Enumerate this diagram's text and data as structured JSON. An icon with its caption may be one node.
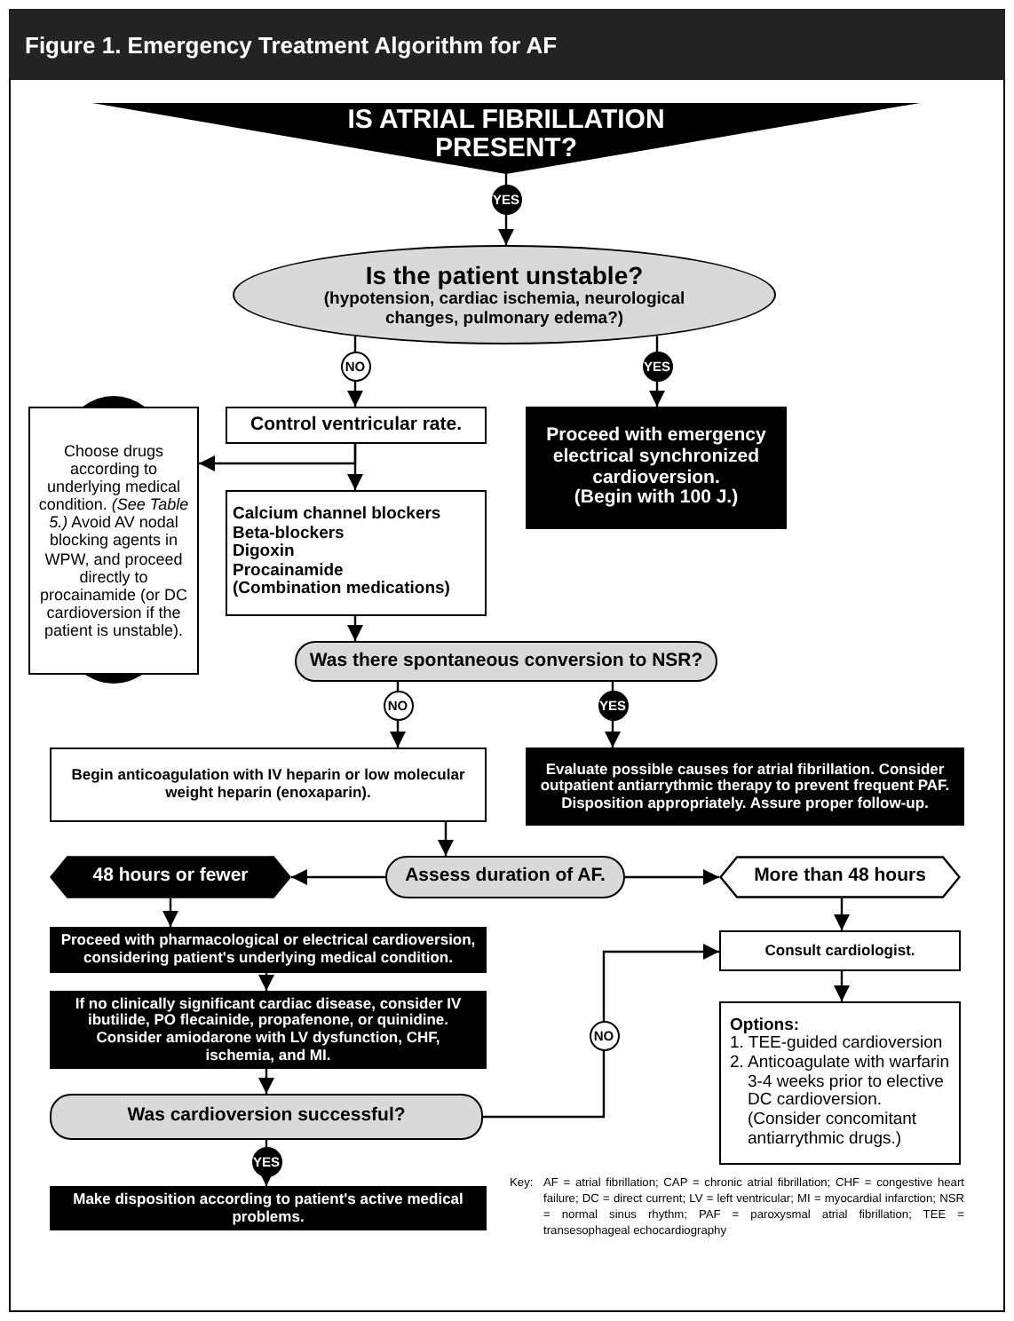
{
  "diagram": {
    "title": "Figure 1. Emergency Treatment Algorithm for AF",
    "nodes": [
      {
        "text": [
          "IS ATRIAL FIBRILLATION PRESENT?"
        ]
      },
      {
        "text": [
          "Is the patient unstable?",
          "(hypotension, cardiac ischemia, neurological changes, pulmonary edema?)"
        ]
      },
      {
        "text": [
          "Control ventricular rate."
        ]
      },
      {
        "text": [
          "Proceed with emergency electrical synchronized cardioversion.",
          "(Begin with 100 J.)"
        ]
      },
      {
        "text": [
          "Choose drugs according to underlying medical condition. *(See Table 5.)* Avoid AV nodal blocking agents in WPW, and proceed directly to procainamide (or DC cardioversion if the patient is unstable)."
        ]
      },
      {
        "text": [
          "Calcium channel blockers",
          "Beta-blockers",
          "Digoxin",
          "Procainamide",
          "(Combination medications)"
        ]
      },
      {
        "text": [
          "Was there spontaneous conversion to NSR?"
        ]
      },
      {
        "text": [
          "Begin anticoagulation with IV heparin or low molecular weight heparin (enoxaparin)."
        ]
      },
      {
        "text": [
          "Evaluate possible causes for atrial fibrillation.  Consider outpatient antiarrythmic therapy to prevent frequent PAF. Disposition appropriately.  Assure proper follow-up."
        ]
      },
      {
        "text": [
          "Assess duration of AF."
        ]
      },
      {
        "text": [
          "48 hours or fewer"
        ]
      },
      {
        "text": [
          "More than 48 hours"
        ]
      },
      {
        "text": [
          "Proceed with pharmacological or electrical cardioversion, considering patient's underlying medical condition."
        ]
      },
      {
        "text": [
          "If no clinically significant cardiac disease, consider IV ibutilide, PO flecainide, propafenone, or quinidine. Consider amiodarone with LV dysfunction, CHF, ischemia, and MI."
        ]
      },
      {
        "text": [
          "Was cardioversion successful?"
        ]
      },
      {
        "text": [
          "Make disposition according to patient's active medical problems."
        ]
      },
      {
        "text": [
          "Consult cardiologist."
        ]
      },
      {
        "text": [
          "Options:",
          "1. TEE-guided cardioversion",
          "2. Anticoagulate with warfarin 3-4 weeks prior to elective DC cardioversion. (Consider concomitant antiarrythmic drugs.)"
        ]
      }
    ],
    "edges": [
      {
        "from": 0,
        "to": 1,
        "arrow": "to",
        "label": "YES"
      },
      {
        "from": 1,
        "to": 2,
        "arrow": "to",
        "label": "NO"
      },
      {
        "from": 1,
        "to": 3,
        "arrow": "to",
        "label": "YES"
      },
      {
        "from": 2,
        "to": 4,
        "arrow": "to"
      },
      {
        "from": 2,
        "to": 5,
        "arrow": "to"
      },
      {
        "from": 5,
        "to": 6,
        "arrow": "to"
      },
      {
        "from": 6,
        "to": 7,
        "arrow": "to",
        "label": "NO"
      },
      {
        "from": 6,
        "to": 8,
        "arrow": "to",
        "label": "YES"
      },
      {
        "from": 7,
        "to": 9,
        "arrow": "to"
      },
      {
        "from": 9,
        "to": 10,
        "arrow": "to"
      },
      {
        "from": 9,
        "to": 11,
        "arrow": "to"
      },
      {
        "from": 10,
        "to": 12,
        "arrow": "to"
      },
      {
        "from": 12,
        "to": 13,
        "arrow": "to"
      },
      {
        "from": 13,
        "to": 14,
        "arrow": "to"
      },
      {
        "from": 14,
        "to": 15,
        "arrow": "to",
        "label": "YES"
      },
      {
        "from": 14,
        "to": 16,
        "arrow": "to",
        "label": "NO"
      },
      {
        "from": 11,
        "to": 16,
        "arrow": "to"
      },
      {
        "from": 16,
        "to": 17,
        "arrow": "to"
      }
    ],
    "labels": [
      "Key:",
      "AF = atrial fibrillation; CAP = chronic atrial fibrillation; CHF = congestive heart failure; DC = direct current; LV = left ventricular; MI = myocardial infarction; NSR = normal sinus rhythm; PAF = paroxysmal atrial fibrillation; TEE = transesophageal echocardiography"
    ]
  }
}
